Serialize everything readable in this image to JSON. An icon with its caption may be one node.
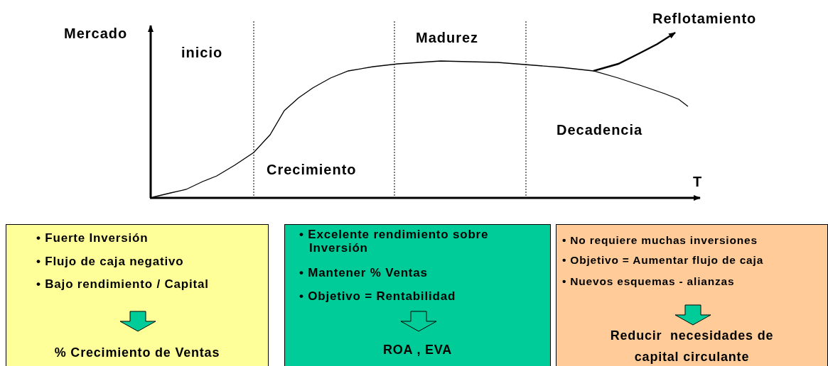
{
  "diagram": {
    "nodes": [
      {
        "text": [
          "• Fuerte Inversión",
          "• Flujo de caja negativo",
          "• Bajo rendimiento / Capital",
          "% Crecimiento de Ventas"
        ]
      },
      {
        "text": [
          "• Excelente rendimiento sobre Inversión",
          "• Mantener % Ventas",
          "• Objetivo = Rentabilidad",
          "ROA , EVA"
        ]
      },
      {
        "text": [
          "• No requiere muchas inversiones",
          "• Objetivo = Aumentar flujo de caja",
          "• Nuevos esquemas - alianzas",
          "Reducir  necesidades de capital circulante"
        ]
      }
    ],
    "labels": [
      "Mercado",
      "Reflotamiento",
      "inicio",
      "Madurez",
      "Decadencia",
      "Crecimiento",
      "T"
    ]
  }
}
